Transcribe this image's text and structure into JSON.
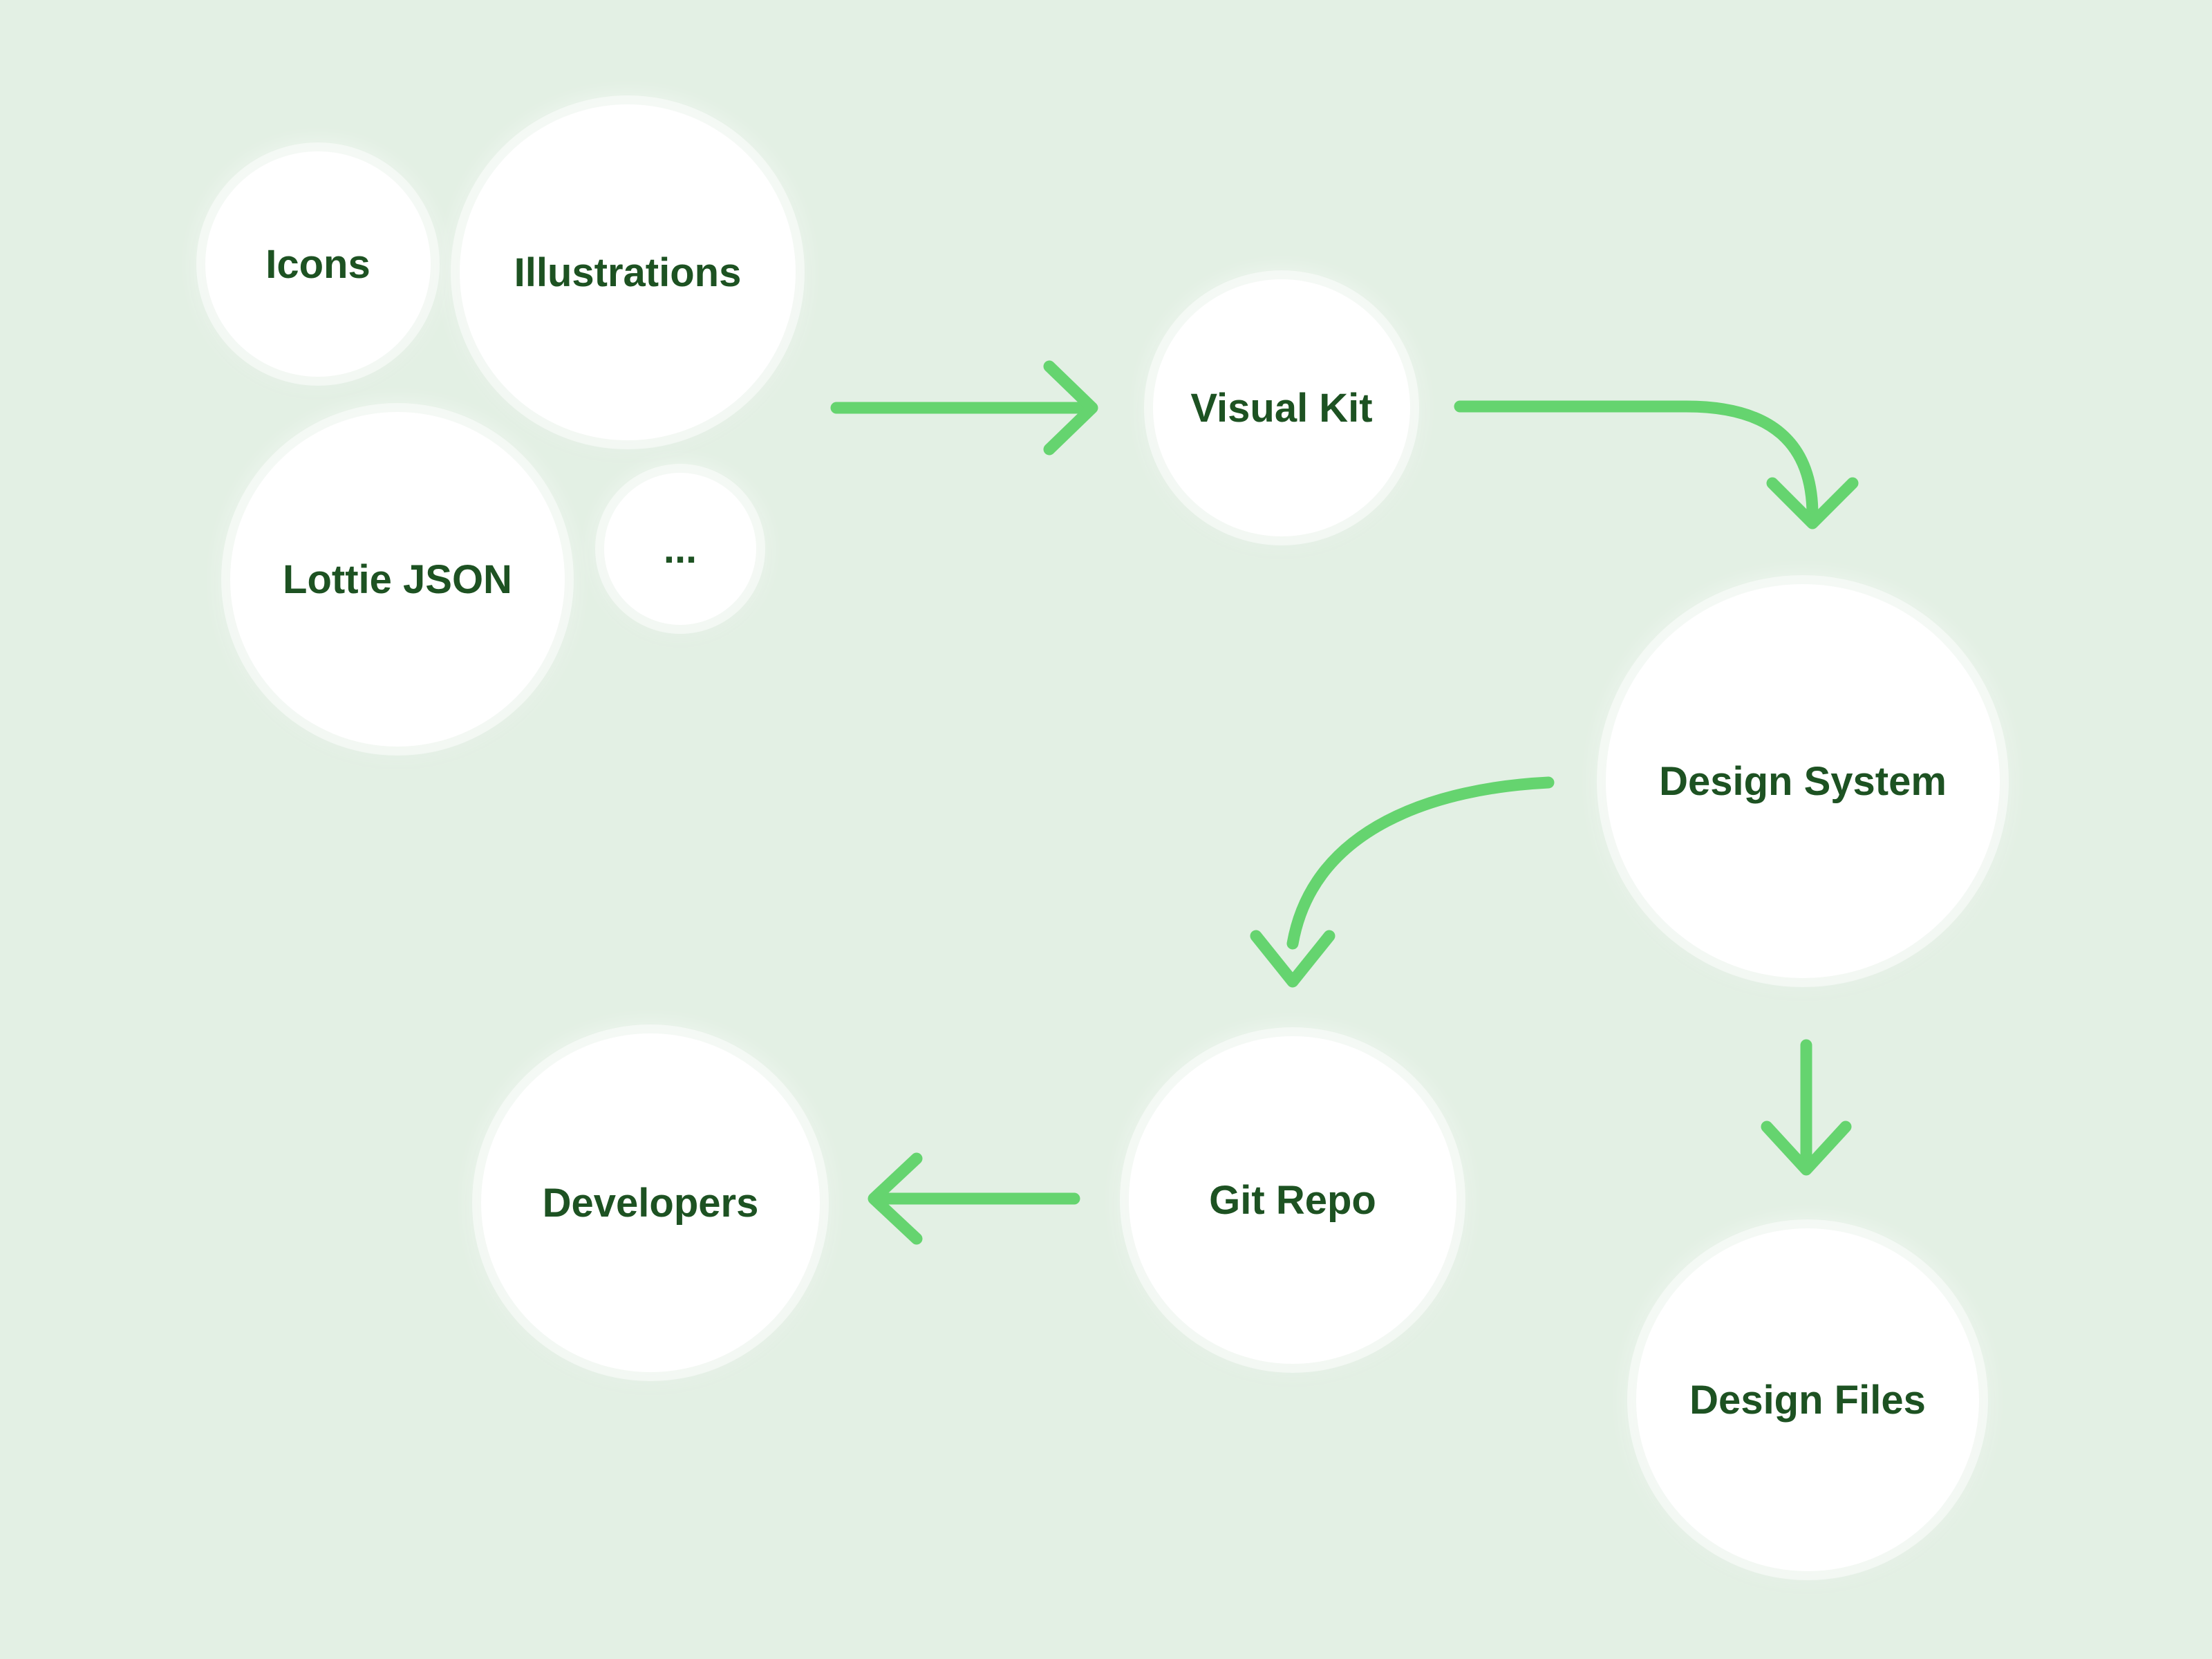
{
  "theme": {
    "bg": "#e3f0e4",
    "node": "#ffffff",
    "halo": "rgba(255,255,255,0.5)",
    "arrow": "#65d46f",
    "label": "#1d5222"
  },
  "diagram": {
    "nodes": [
      {
        "id": "icons",
        "label": "Icons"
      },
      {
        "id": "illustrations",
        "label": "Illustrations"
      },
      {
        "id": "lottie-json",
        "label": "Lottie JSON"
      },
      {
        "id": "ellipsis",
        "label": "..."
      },
      {
        "id": "visual-kit",
        "label": "Visual Kit"
      },
      {
        "id": "design-system",
        "label": "Design System"
      },
      {
        "id": "git-repo",
        "label": "Git Repo"
      },
      {
        "id": "design-files",
        "label": "Design Files"
      },
      {
        "id": "developers",
        "label": "Developers"
      }
    ],
    "edges": [
      {
        "from": "assets-cluster",
        "to": "visual-kit"
      },
      {
        "from": "visual-kit",
        "to": "design-system"
      },
      {
        "from": "design-system",
        "to": "git-repo"
      },
      {
        "from": "design-system",
        "to": "design-files"
      },
      {
        "from": "git-repo",
        "to": "developers"
      }
    ]
  }
}
